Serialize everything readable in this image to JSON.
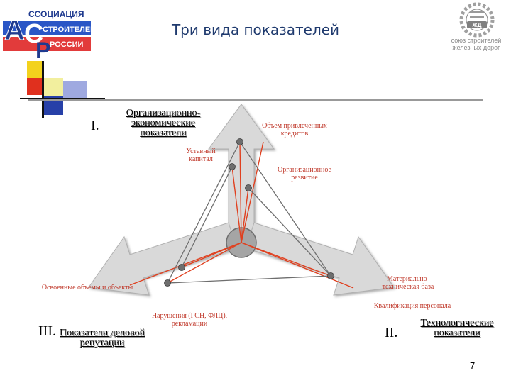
{
  "title": "Три вида показателей",
  "logo_left": {
    "big_letters": [
      "А",
      "С",
      "Р"
    ],
    "words": [
      "ССОЦИАЦИЯ",
      "СТРОИТЕЛЕЙ",
      "РОССИИ"
    ]
  },
  "logo_right": {
    "emblem": "ЖД",
    "line1": "союз строителей",
    "line2": "железных дорог"
  },
  "groups": {
    "g1": {
      "numeral": "I.",
      "label": "Организационно-экономические показатели"
    },
    "g2": {
      "numeral": "II.",
      "label": "Технологические показатели"
    },
    "g3": {
      "numeral": "III.",
      "label": "Показатели деловой репутации"
    }
  },
  "labels": {
    "credits": "Объем привлеченных кредитов",
    "capital": "Уставный капитал",
    "org_dev": "Организационное развитие",
    "mat_base": "Материально-техническая база",
    "qualification": "Квалификация персонала",
    "volumes": "Освоенные объемы и объекты",
    "violations": "Нарушения (ГСН, ФЛЦ), рекламации"
  },
  "page_number": "7",
  "colors": {
    "title": "#1f3a6e",
    "arrow_fill": "#d9d9d9",
    "red_lines": "#e0401f",
    "node": "#6e6e6e"
  }
}
